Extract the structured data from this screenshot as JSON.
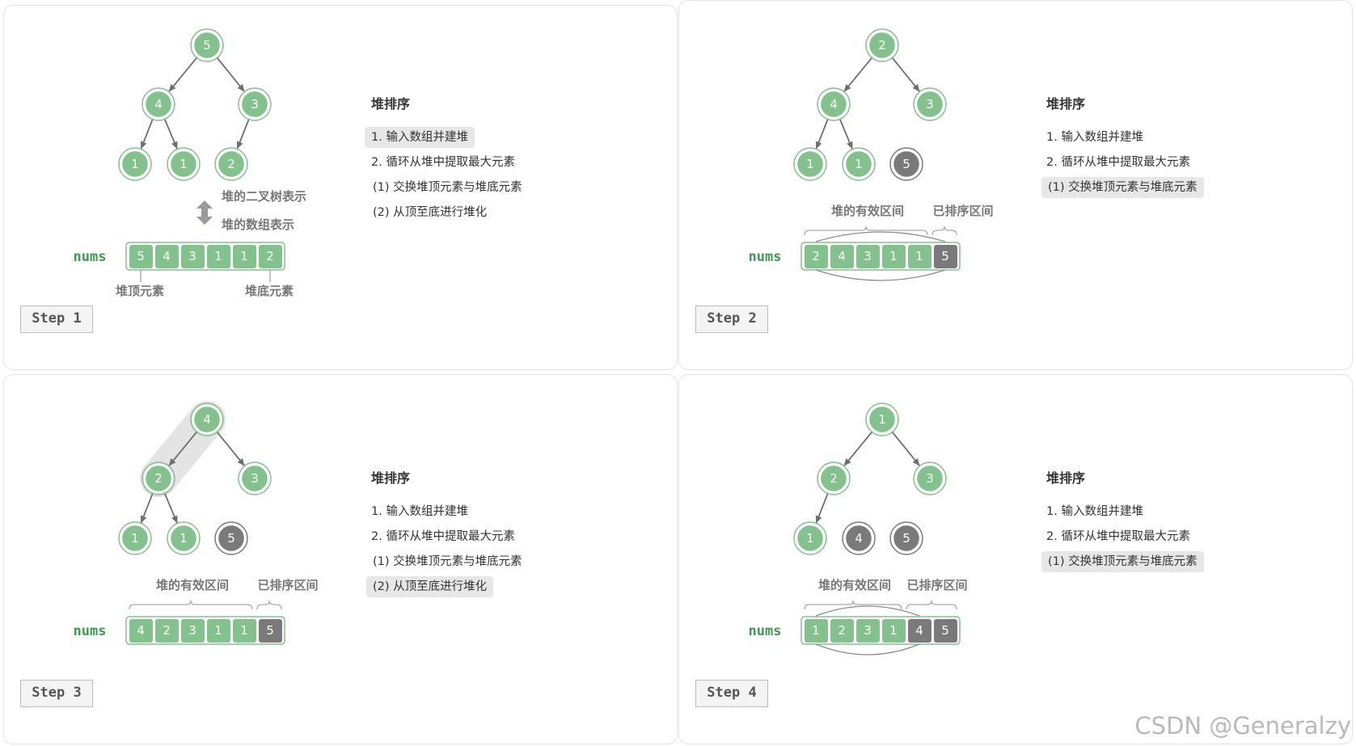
{
  "algorithm": {
    "title": "堆排序",
    "step1": "1. 输入数组并建堆",
    "step2": "2. 循环从堆中提取最大元素",
    "step2a": "(1) 交换堆顶元素与堆底元素",
    "step2b": "(2) 从顶至底进行堆化"
  },
  "labels": {
    "nums": "nums",
    "tree_repr": "堆的二叉树表示",
    "array_repr": "堆的数组表示",
    "heap_top": "堆顶元素",
    "heap_bottom": "堆底元素",
    "valid_range": "堆的有效区间",
    "sorted_range": "已排序区间"
  },
  "colors": {
    "active": "#83c18d",
    "sorted": "#7a7a7a",
    "nums_label": "#3e9b4f",
    "highlight": "#e7e7e7"
  },
  "panels": [
    {
      "id": "p1",
      "step_label": "Step 1",
      "tree": [
        5,
        4,
        3,
        1,
        1,
        2
      ],
      "sorted_count": 0,
      "array": [
        5,
        4,
        3,
        1,
        1,
        2
      ],
      "highlight": "step1",
      "show_repr": true,
      "show_ends": true,
      "swap_arc": false,
      "path": []
    },
    {
      "id": "p2",
      "step_label": "Step 2",
      "tree": [
        2,
        4,
        3,
        1,
        1,
        5
      ],
      "sorted_count": 1,
      "array": [
        2,
        4,
        3,
        1,
        1,
        5
      ],
      "highlight": "step2a",
      "show_ranges": true,
      "swap_arc": true,
      "path": []
    },
    {
      "id": "p3",
      "step_label": "Step 3",
      "tree": [
        4,
        2,
        3,
        1,
        1,
        5
      ],
      "sorted_count": 1,
      "array": [
        4,
        2,
        3,
        1,
        1,
        5
      ],
      "highlight": "step2b",
      "show_ranges": true,
      "swap_arc": false,
      "path": [
        0,
        1
      ]
    },
    {
      "id": "p4",
      "step_label": "Step 4",
      "tree": [
        1,
        2,
        3,
        1,
        4,
        5
      ],
      "sorted_count": 2,
      "array": [
        1,
        2,
        3,
        1,
        4,
        5
      ],
      "highlight": "step2a",
      "show_ranges": true,
      "swap_arc": true,
      "path": []
    }
  ],
  "watermark": "CSDN @Generalzy"
}
